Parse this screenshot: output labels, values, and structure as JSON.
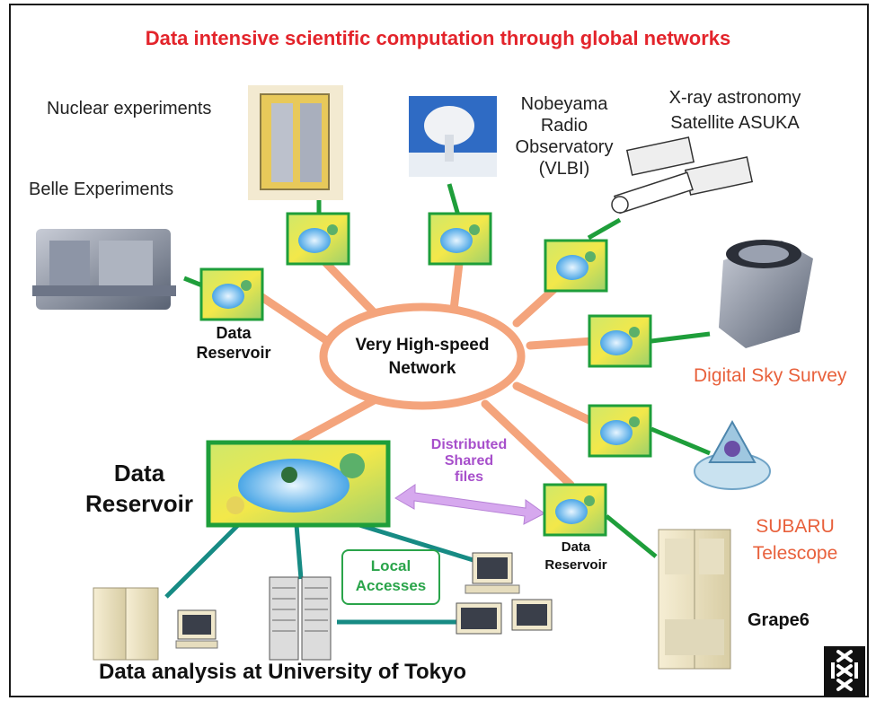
{
  "title": "Data intensive scientific computation through global networks",
  "center": {
    "line1": "Very   High-speed",
    "line2": "Network"
  },
  "sources": {
    "nuclear": "Nuclear experiments",
    "belle": "Belle Experiments",
    "nobeyama": [
      "Nobeyama",
      "Radio",
      "Observatory",
      "(VLBI)"
    ],
    "xray": [
      "X-ray astronomy",
      "Satellite ASUKA"
    ],
    "sky": "Digital Sky Survey",
    "subaru": [
      "SUBARU",
      "Telescope"
    ],
    "grape": "Grape6"
  },
  "reservoir_small": {
    "line1": "Data",
    "line2": "Reservoir"
  },
  "reservoir_right": {
    "line1": "Data",
    "line2": "Reservoir"
  },
  "reservoir_big": {
    "line1": "Data",
    "line2": "Reservoir"
  },
  "distributed": [
    "Distributed",
    "Shared",
    "files"
  ],
  "local": [
    "Local",
    "Accesses"
  ],
  "bottom": "Data analysis at University of Tokyo",
  "colors": {
    "title": "#e3242b",
    "network": "#f4a47c",
    "link": "#1e9e3a",
    "local_link": "#178b84",
    "arrow": "#d6a8ee",
    "highlight": "#e8613c"
  }
}
